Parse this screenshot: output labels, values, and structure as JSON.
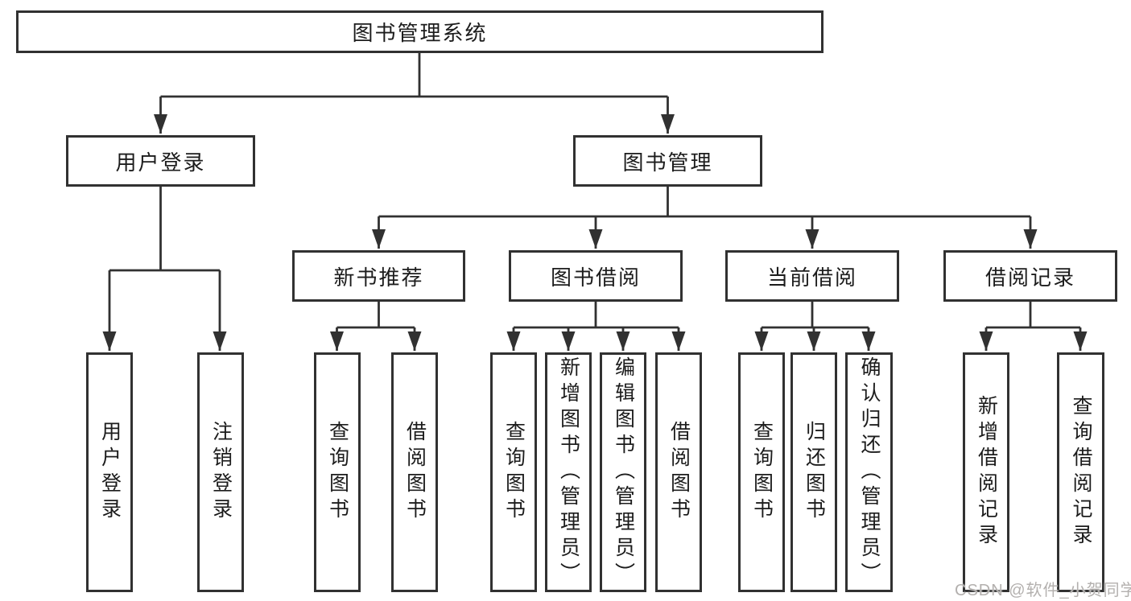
{
  "tree": {
    "label": "图书管理系统",
    "children": [
      {
        "label": "用户登录",
        "children": [
          {
            "label": "用户登录"
          },
          {
            "label": "注销登录"
          }
        ]
      },
      {
        "label": "图书管理",
        "children": [
          {
            "label": "新书推荐",
            "children": [
              {
                "label": "查询图书"
              },
              {
                "label": "借阅图书"
              }
            ]
          },
          {
            "label": "图书借阅",
            "children": [
              {
                "label": "查询图书"
              },
              {
                "label": "新增图书（管理员）"
              },
              {
                "label": "编辑图书（管理员）"
              },
              {
                "label": "借阅图书"
              }
            ]
          },
          {
            "label": "当前借阅",
            "children": [
              {
                "label": "查询图书"
              },
              {
                "label": "归还图书"
              },
              {
                "label": "确认归还（管理员）"
              }
            ]
          },
          {
            "label": "借阅记录",
            "children": [
              {
                "label": "新增借阅记录"
              },
              {
                "label": "查询借阅记录"
              }
            ]
          }
        ]
      }
    ]
  },
  "watermark": {
    "text": "CSDN @软件_小贺同学"
  },
  "colors": {
    "line": "#313131",
    "text": "#1c1c1c",
    "box_fill": "#ffffff",
    "watermark": "#b3b0ae",
    "background": "#ffffff"
  }
}
